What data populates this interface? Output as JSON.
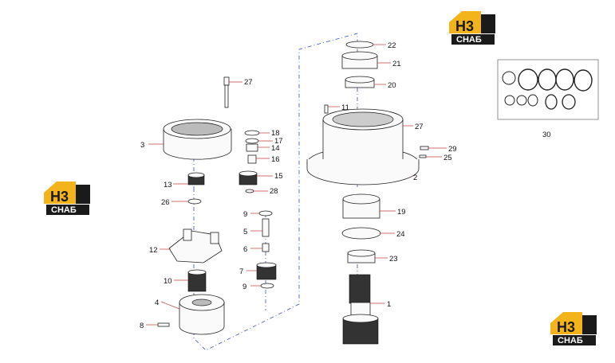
{
  "callouts": {
    "p1": "1",
    "p2": "2",
    "p3": "3",
    "p4": "4",
    "p5": "5",
    "p6": "6",
    "p7": "7",
    "p8": "8",
    "p9a": "9",
    "p9b": "9",
    "p10": "10",
    "p11": "11",
    "p12": "12",
    "p13": "13",
    "p14": "14",
    "p15": "15",
    "p16": "16",
    "p17": "17",
    "p18": "18",
    "p19": "19",
    "p20": "20",
    "p21": "21",
    "p22": "22",
    "p23": "23",
    "p24": "24",
    "p25": "25",
    "p26": "26",
    "p27a": "27",
    "p27b": "27",
    "p28": "28",
    "p29": "29",
    "p30": "30"
  },
  "logo": {
    "top": "H3",
    "bottom": "СНАБ"
  },
  "colors": {
    "logo_yellow": "#f2b31b",
    "logo_black": "#1a1a1a",
    "axis_blue": "#3a4fc4",
    "leader_red": "#c04040"
  }
}
